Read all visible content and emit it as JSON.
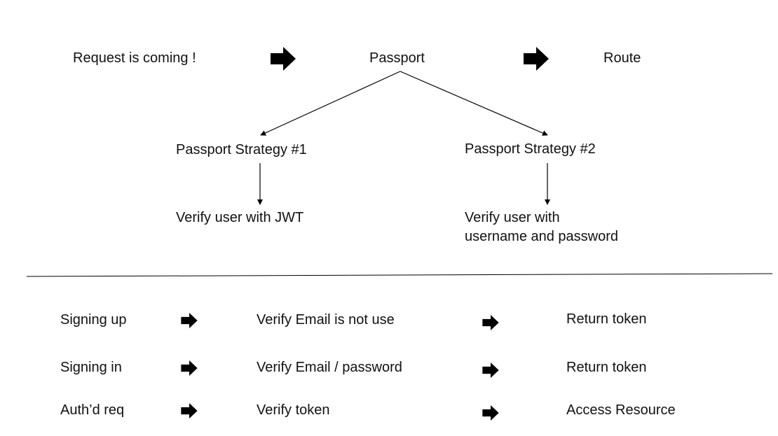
{
  "flow": {
    "request": "Request is coming !",
    "passport": "Passport",
    "route": "Route"
  },
  "strategies": {
    "strategy1": {
      "title": "Passport Strategy #1",
      "verify": "Verify user with JWT"
    },
    "strategy2": {
      "title": "Passport Strategy #2",
      "verify_line1": "Verify user with",
      "verify_line2": "username and password"
    }
  },
  "actions": [
    {
      "action": "Signing up",
      "check": "Verify Email is not use",
      "result": "Return token"
    },
    {
      "action": "Signing in",
      "check": "Verify Email / password",
      "result": "Return token"
    },
    {
      "action": "Auth’d req",
      "check": "Verify token",
      "result": "Access Resource"
    }
  ],
  "icons": {
    "block_arrow": "right-block-arrow-icon",
    "line_arrow": "line-arrow-icon"
  },
  "colors": {
    "text": "#111111",
    "arrow_fill": "#000000",
    "line": "#000000"
  }
}
